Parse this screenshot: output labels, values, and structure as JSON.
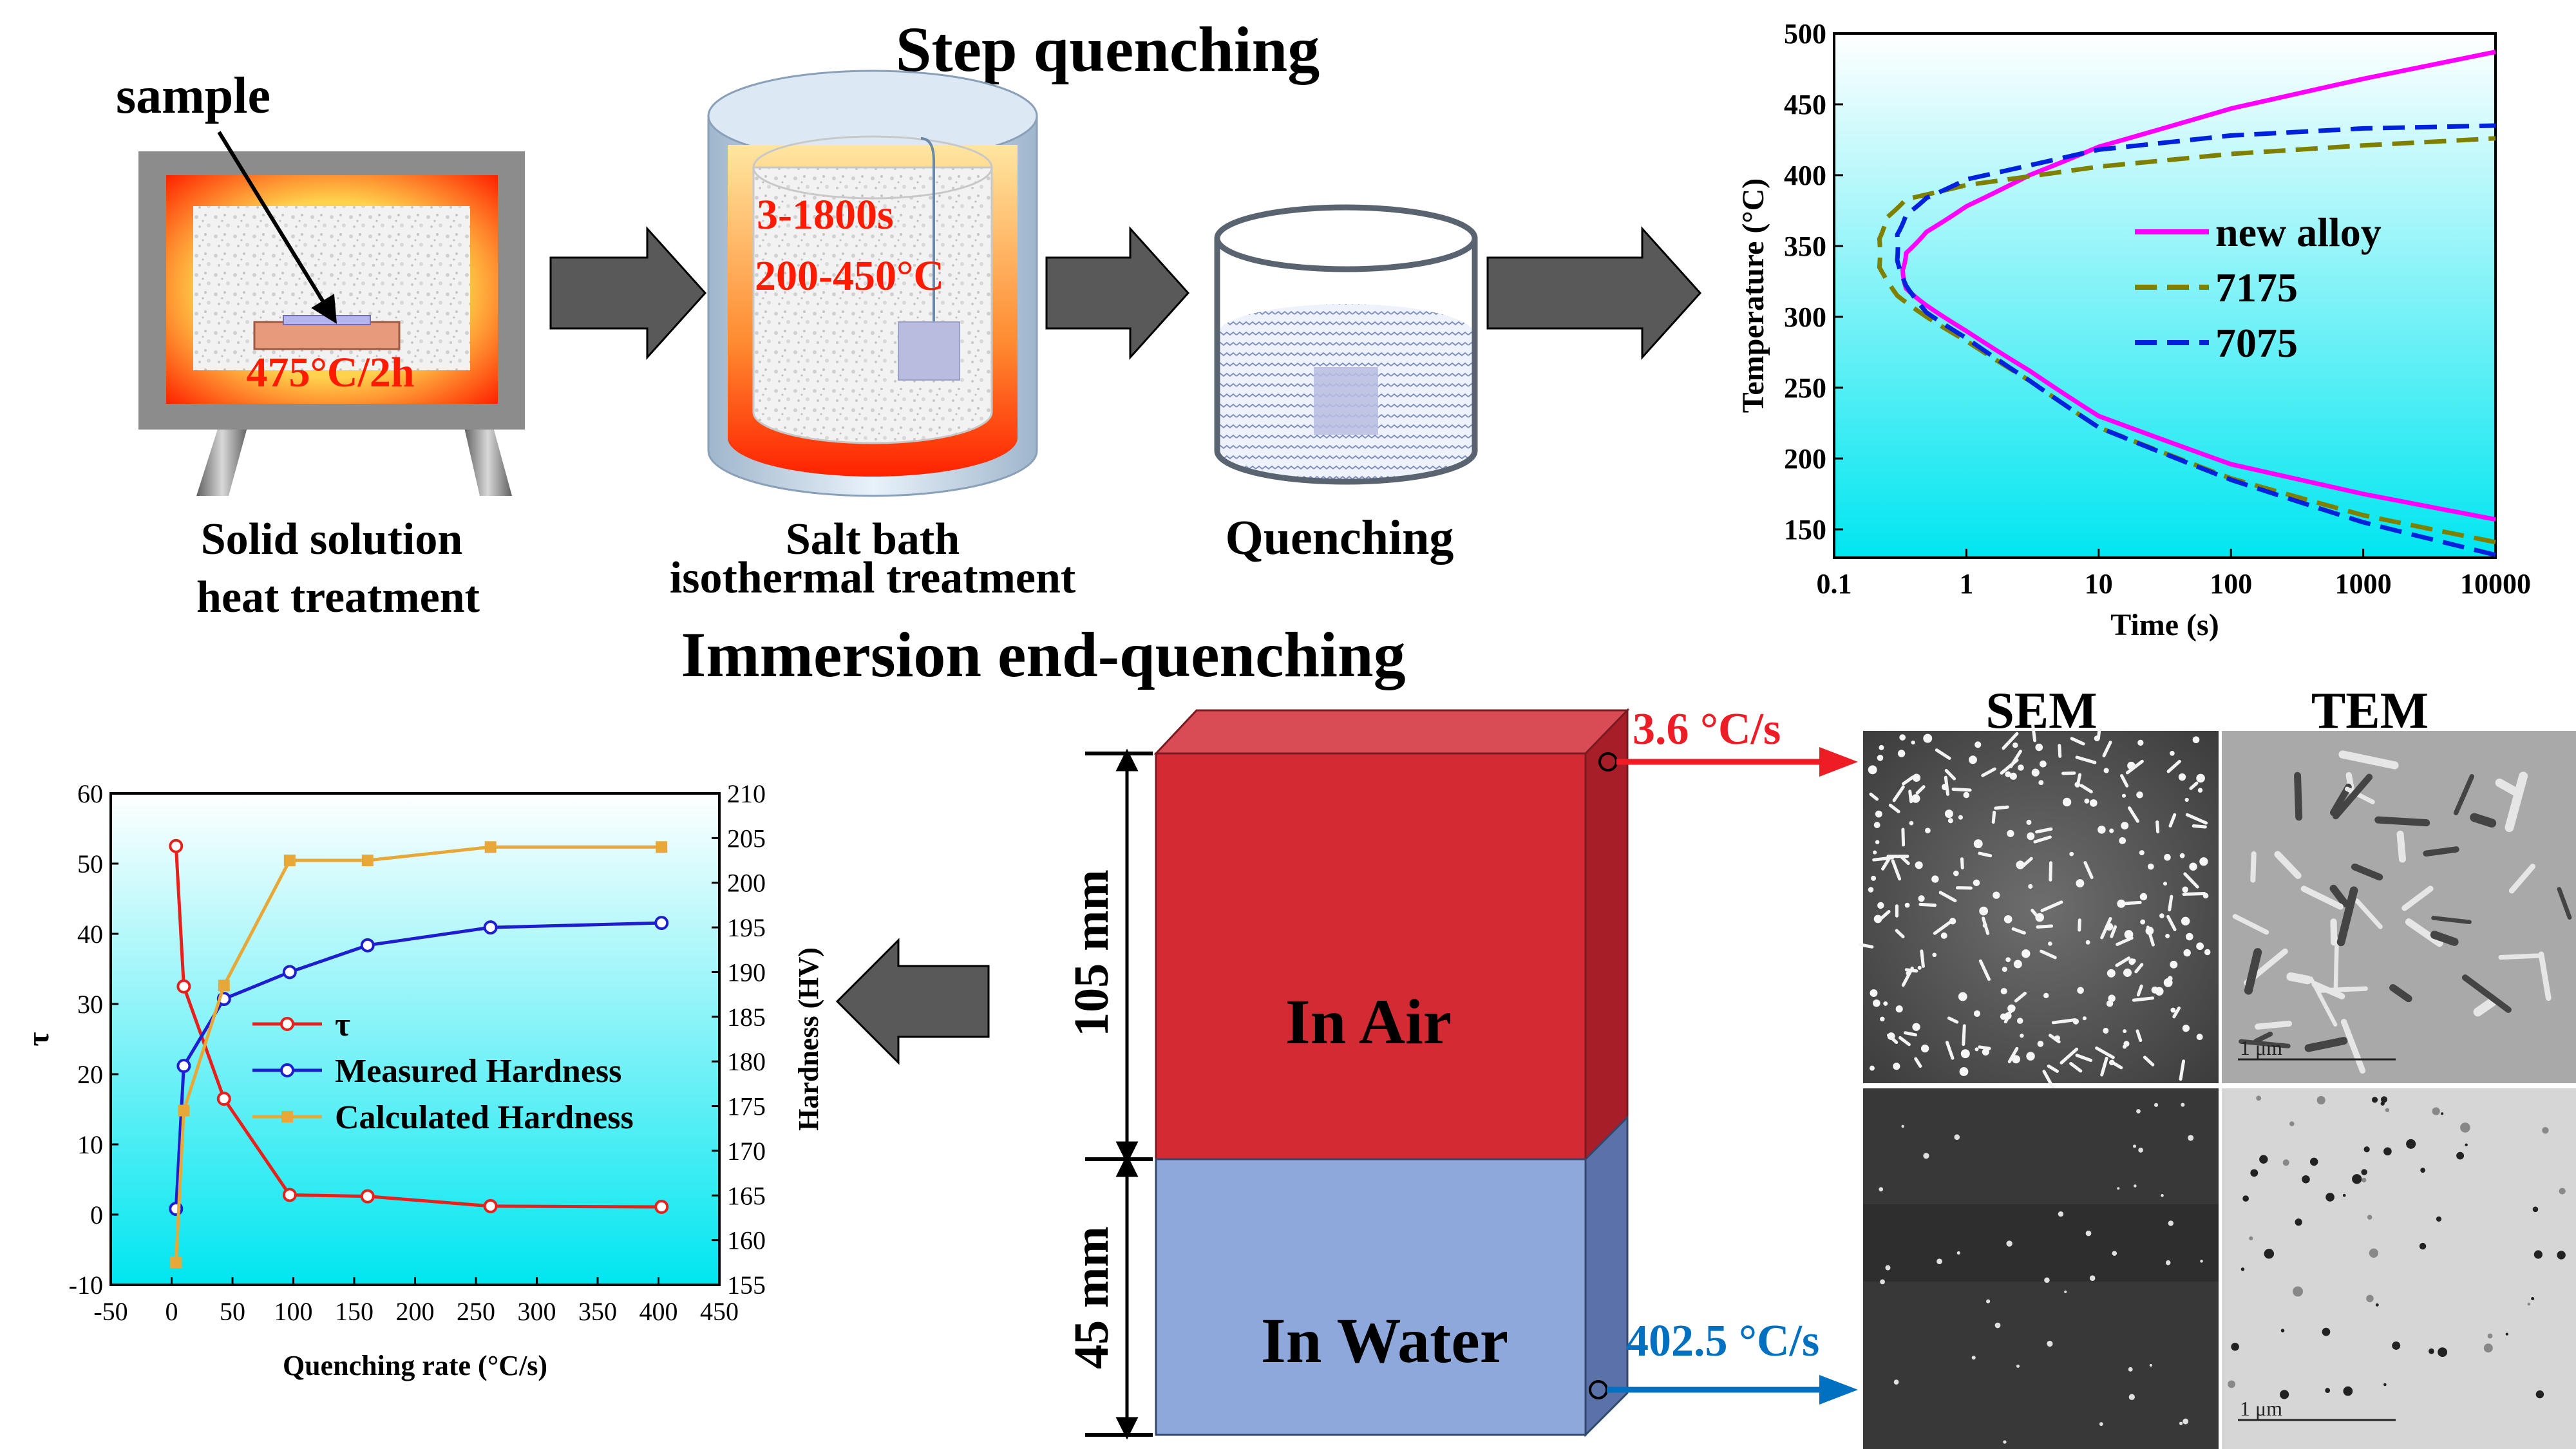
{
  "top": {
    "title": "Step quenching",
    "furnace": {
      "sample_label": "sample",
      "temp_label": "475°C/2h",
      "caption_line1": "Solid solution",
      "caption_line2": "heat treatment"
    },
    "salt_bath": {
      "time_label": "3-1800s",
      "temp_label": "200-450°C",
      "caption_line1": "Salt bath",
      "caption_line2": "isothermal treatment"
    },
    "quench": {
      "caption": "Quenching"
    }
  },
  "bottom": {
    "title": "Immersion end-quenching",
    "block": {
      "air_label": "In Air",
      "water_label": "In Water",
      "air_length": "105 mm",
      "water_length": "45 mm",
      "air_rate": "3.6 °C/s",
      "water_rate": "402.5 °C/s"
    },
    "micro": {
      "sem_label": "SEM",
      "tem_label": "TEM",
      "scale_label": "1 μm"
    }
  },
  "colors": {
    "furnace_hot": "#ff2a00",
    "air_block": "#d42a33",
    "water_block": "#8ea8dc",
    "air_arrow": "#ee1c24",
    "water_arrow": "#0070c0",
    "process_arrow": "#595959"
  },
  "chart_data": [
    {
      "type": "line",
      "xlabel": "Time (s)",
      "ylabel": "Temperature (°C)",
      "xscale": "log",
      "xlim": [
        0.1,
        10000
      ],
      "ylim": [
        130,
        500
      ],
      "xticks": [
        "0.1",
        "1",
        "10",
        "100",
        "1000",
        "10000"
      ],
      "yticks": [
        "150",
        "200",
        "250",
        "300",
        "350",
        "400",
        "450",
        "500"
      ],
      "legend_position": "center-right",
      "series": [
        {
          "name": "new  alloy",
          "color": "#ff00ff",
          "dash": "solid",
          "x": [
            10000,
            1000,
            100,
            10,
            3,
            1,
            0.5,
            0.35,
            0.33,
            0.35,
            0.5,
            1,
            3,
            10,
            100,
            1000,
            10000
          ],
          "y": [
            157,
            175,
            196,
            230,
            262,
            290,
            308,
            320,
            333,
            345,
            360,
            378,
            400,
            420,
            447,
            468,
            487
          ]
        },
        {
          "name": "7175",
          "color": "#808000",
          "dash": "dashed",
          "x": [
            10000,
            1000,
            100,
            10,
            3,
            1,
            0.5,
            0.3,
            0.22,
            0.22,
            0.25,
            0.35,
            1,
            10,
            100,
            1000,
            10000
          ],
          "y": [
            141,
            160,
            186,
            222,
            255,
            283,
            300,
            315,
            335,
            355,
            370,
            383,
            393,
            406,
            415,
            421,
            426
          ]
        },
        {
          "name": "7075",
          "color": "#0022dd",
          "dash": "dashed",
          "x": [
            10000,
            1000,
            100,
            10,
            3,
            1,
            0.5,
            0.35,
            0.3,
            0.3,
            0.35,
            0.5,
            1,
            10,
            100,
            1000,
            10000
          ],
          "y": [
            132,
            155,
            185,
            222,
            255,
            285,
            303,
            322,
            340,
            358,
            372,
            384,
            397,
            418,
            428,
            433,
            435
          ]
        }
      ]
    },
    {
      "type": "line",
      "xlabel": "Quenching rate (°C/s)",
      "ylabel": "τ",
      "y2label": "Hardness (HV)",
      "xlim": [
        -50,
        450
      ],
      "ylim": [
        -10,
        60
      ],
      "y2lim": [
        155,
        210
      ],
      "xticks": [
        "-50",
        "0",
        "50",
        "100",
        "150",
        "200",
        "250",
        "300",
        "350",
        "400",
        "450"
      ],
      "yticks": [
        "-10",
        "0",
        "10",
        "20",
        "30",
        "40",
        "50",
        "60"
      ],
      "y2ticks": [
        "155",
        "160",
        "165",
        "170",
        "175",
        "180",
        "185",
        "190",
        "195",
        "200",
        "205",
        "210"
      ],
      "legend_position": "center",
      "series": [
        {
          "name": "τ",
          "color": "#e8201c",
          "marker": "circle",
          "axis": "left",
          "x": [
            3.6,
            10,
            43,
            97,
            161,
            262,
            402.5
          ],
          "y": [
            52.5,
            32.5,
            16.5,
            2.8,
            2.6,
            1.2,
            1.1
          ]
        },
        {
          "name": "Measured Hardness",
          "color": "#1e1ed0",
          "marker": "circle",
          "axis": "right",
          "x": [
            3.6,
            10,
            43,
            97,
            161,
            262,
            402.5
          ],
          "y": [
            163.5,
            179.5,
            187,
            190,
            193,
            195,
            195.5
          ]
        },
        {
          "name": "Calculated Hardness",
          "color": "#e8a838",
          "marker": "square",
          "axis": "right",
          "x": [
            3.6,
            10,
            43,
            97,
            161,
            262,
            402.5
          ],
          "y": [
            157.5,
            174.5,
            188.5,
            202.5,
            202.5,
            204,
            204
          ]
        }
      ]
    }
  ]
}
